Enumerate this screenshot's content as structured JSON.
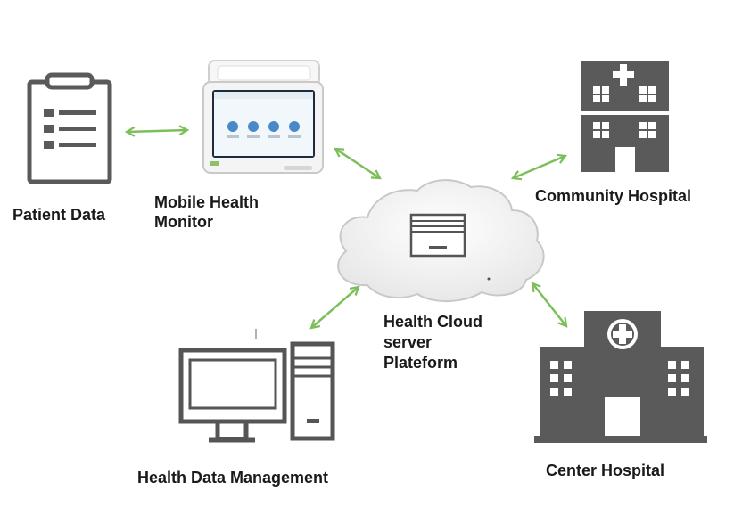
{
  "nodes": {
    "patient_data": {
      "label": "Patient Data",
      "icon": "clipboard-list-icon"
    },
    "mobile_monitor": {
      "label_line1": "Mobile Health",
      "label_line2": "Monitor",
      "icon": "health-monitor-device-icon"
    },
    "cloud": {
      "label_line1": "Health Cloud",
      "label_line2": "server",
      "label_line3": "Plateform",
      "icon": "cloud-server-icon"
    },
    "community_hospital": {
      "label": "Community Hospital",
      "icon": "small-hospital-icon"
    },
    "data_management": {
      "label": "Health Data Management",
      "icon": "desktop-computer-icon"
    },
    "center_hospital": {
      "label": "Center Hospital",
      "icon": "large-hospital-icon"
    }
  },
  "connections": [
    {
      "from": "patient_data",
      "to": "mobile_monitor",
      "direction": "both"
    },
    {
      "from": "mobile_monitor",
      "to": "cloud",
      "direction": "both"
    },
    {
      "from": "community_hospital",
      "to": "cloud",
      "direction": "both"
    },
    {
      "from": "data_management",
      "to": "cloud",
      "direction": "both"
    },
    {
      "from": "center_hospital",
      "to": "cloud",
      "direction": "both"
    }
  ],
  "colors": {
    "arrow": "#7cbf5a",
    "icon_dark": "#555555",
    "icon_outline": "#5a5a5a",
    "cloud_fill": "#f3f3f3",
    "cloud_stroke": "#c8c8c8",
    "monitor_screen": "#1d2b3c",
    "label_text": "#1a1a1a"
  }
}
